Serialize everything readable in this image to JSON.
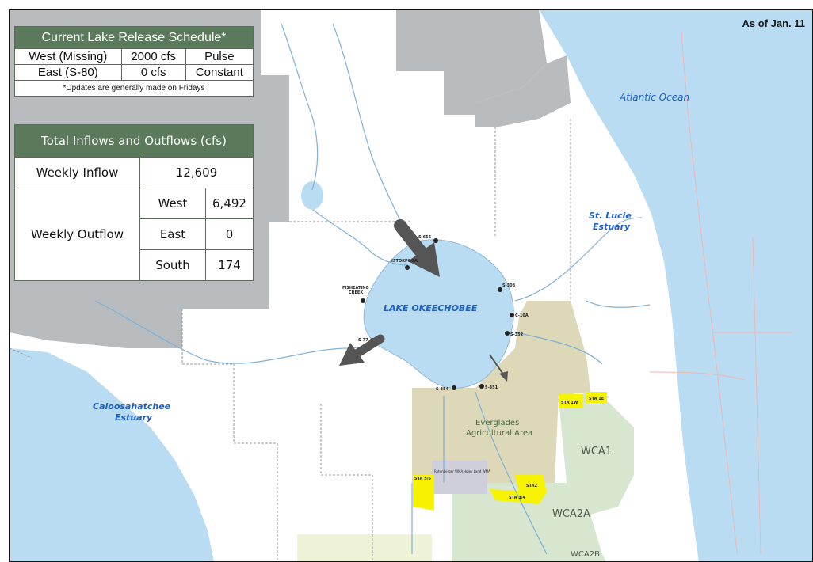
{
  "as_of": "As of Jan. 11",
  "schedule": {
    "title": "Current Lake Release Schedule*",
    "rows": [
      {
        "name": "West (Missing)",
        "rate": "2000 cfs",
        "mode": "Pulse"
      },
      {
        "name": "East (S-80)",
        "rate": "0 cfs",
        "mode": "Constant"
      }
    ],
    "note": "*Updates are generally made on Fridays"
  },
  "flows": {
    "title": "Total Inflows and Outflows (cfs)",
    "inflow_label": "Weekly Inflow",
    "inflow_value": "12,609",
    "outflow_label": "Weekly Outflow",
    "outflows": [
      {
        "dir": "West",
        "value": "6,492"
      },
      {
        "dir": "East",
        "value": "0"
      },
      {
        "dir": "South",
        "value": "174"
      }
    ]
  },
  "map_labels": {
    "ocean": "Atlantic Ocean",
    "st_lucie_1": "St. Lucie",
    "st_lucie_2": "Estuary",
    "caloosa_1": "Caloosahatchee",
    "caloosa_2": "Estuary",
    "lake": "LAKE OKEECHOBEE",
    "eaa_1": "Everglades",
    "eaa_2": "Agricultural Area",
    "wca1": "WCA1",
    "wca2a": "WCA2A",
    "wca2b": "WCA2B",
    "fisheating_1": "FISHEATING",
    "fisheating_2": "CREEK",
    "istokpoga": "ISTOKPOGA",
    "s65": "S-65E",
    "s308": "S-308",
    "c10a": "C-10A",
    "s352": "S-352",
    "s77": "S-77",
    "s354": "S-354",
    "s351": "S-351",
    "sta1w": "STA 1W",
    "sta1e": "STA 1E",
    "sta56": "STA 5/6",
    "sta2": "STA2",
    "sta34": "STA 3/4",
    "rot1": "Rotenberger WMA",
    "rot2": "Holey Land WMA"
  },
  "colors": {
    "water": "#b9dcf2",
    "land": "#ffffff",
    "county_gray": "#b8bcbf",
    "eaa": "#ddd9b8",
    "wca": "#d6e6cf",
    "sta": "#f7f300",
    "header_green": "#5b7a5c",
    "label_blue": "#1f5fc0"
  }
}
